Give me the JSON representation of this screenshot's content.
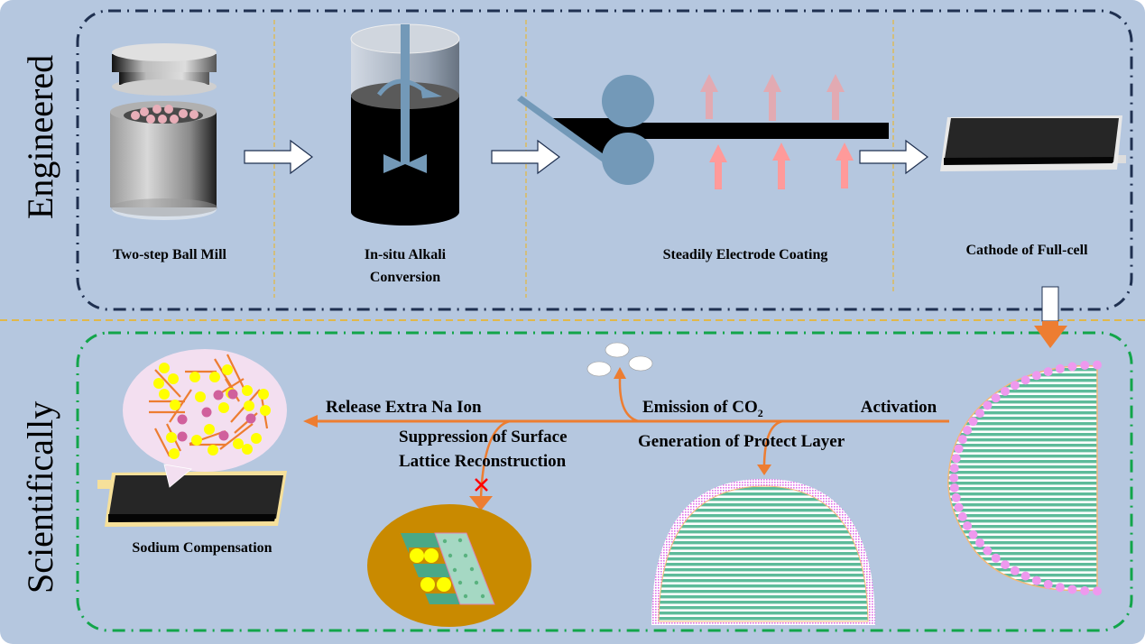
{
  "colors": {
    "background": "#b5c7df",
    "engineered_border": "#1f3050",
    "scientific_border": "#12a54a",
    "separator": "#f0b419",
    "flow_arrow": "#ed7d31",
    "roller": "#7399b8",
    "heat_arrow": "#ff9a9a",
    "sodium_dot": "#ee99ee",
    "layer_stripe": "#5dbb9a",
    "lattice_bg": "#c98a00",
    "na_yellow": "#ffff00",
    "block_mark": "#ff0000"
  },
  "sections": {
    "engineered": {
      "title": "Engineered",
      "steps": [
        {
          "label": "Two-step Ball Mill",
          "icon": "ball-mill-jar-icon"
        },
        {
          "label_lines": [
            "In-situ Alkali",
            "Conversion"
          ],
          "icon": "stirred-reactor-icon"
        },
        {
          "label": "Steadily Electrode Coating",
          "icon": "roll-coater-icon"
        },
        {
          "label": "Cathode of Full-cell",
          "icon": "pouch-cell-icon"
        }
      ]
    },
    "scientifically": {
      "title": "Scientifically",
      "labels": {
        "activation": "Activation",
        "emission_prefix": "Emission of CO",
        "emission_subscript": "2",
        "protect_layer": "Generation of Protect Layer",
        "release": "Release Extra Na Ion",
        "suppression_lines": [
          "Suppression of Surface",
          "Lattice Reconstruction"
        ],
        "sodium_compensation": "Sodium Compensation"
      }
    }
  }
}
